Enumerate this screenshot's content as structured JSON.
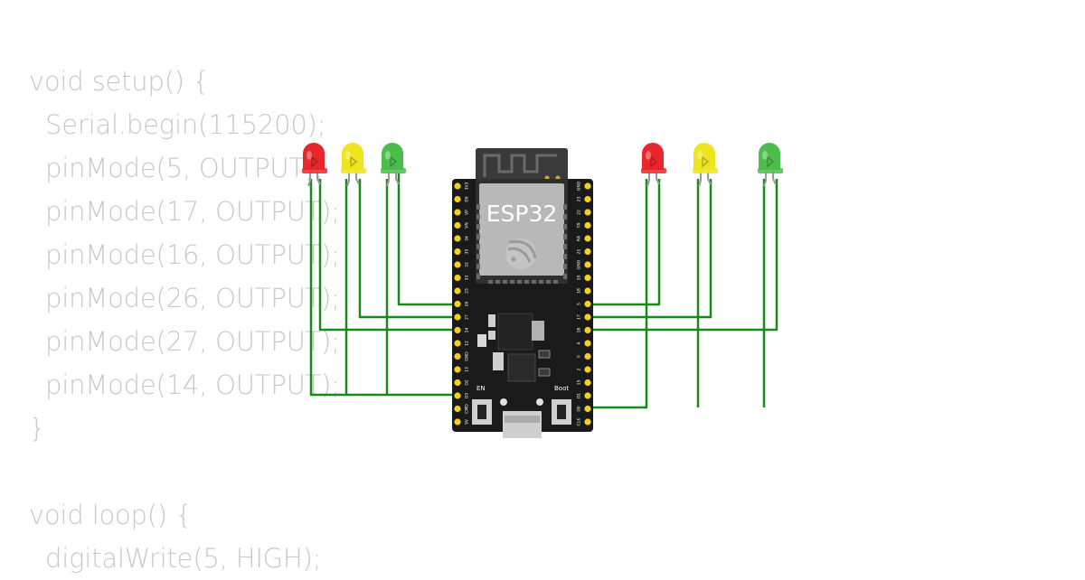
{
  "code_lines": [
    "void setup() {",
    "  Serial.begin(115200);",
    "  pinMode(5, OUTPUT);",
    "  pinMode(17, OUTPUT);",
    "  pinMode(16, OUTPUT);",
    "  pinMode(26, OUTPUT);",
    "  pinMode(27, OUTPUT);",
    "  pinMode(14, OUTPUT);",
    "}",
    "",
    "void loop() {",
    "  digitalWrite(5, HIGH);"
  ],
  "board": {
    "chip_label": "ESP32",
    "en_label": "EN",
    "boot_label": "Boot",
    "left_pins": [
      "3V3",
      "EN",
      "VP",
      "VN",
      "34",
      "35",
      "32",
      "33",
      "25",
      "26",
      "27",
      "14",
      "12",
      "GND",
      "13",
      "D2",
      "D3",
      "CMD",
      "5V"
    ],
    "right_pins": [
      "GND",
      "23",
      "22",
      "TX",
      "RX",
      "21",
      "GND",
      "19",
      "18",
      "5",
      "17",
      "16",
      "4",
      "0",
      "2",
      "15",
      "D1",
      "D0",
      "CLK"
    ]
  },
  "leds": [
    {
      "name": "left-red",
      "color": "#e8262b"
    },
    {
      "name": "left-yellow",
      "color": "#eee520"
    },
    {
      "name": "left-green",
      "color": "#4bbd4b"
    },
    {
      "name": "right-red",
      "color": "#e8262b"
    },
    {
      "name": "right-yellow",
      "color": "#eee520"
    },
    {
      "name": "right-green",
      "color": "#4bbd4b"
    }
  ],
  "colors": {
    "code_text": "#c8c8c8",
    "wire": "#188a18",
    "pcb": "#1a1a1a",
    "pin": "#f2d21b",
    "module": "#b8b8b8"
  }
}
